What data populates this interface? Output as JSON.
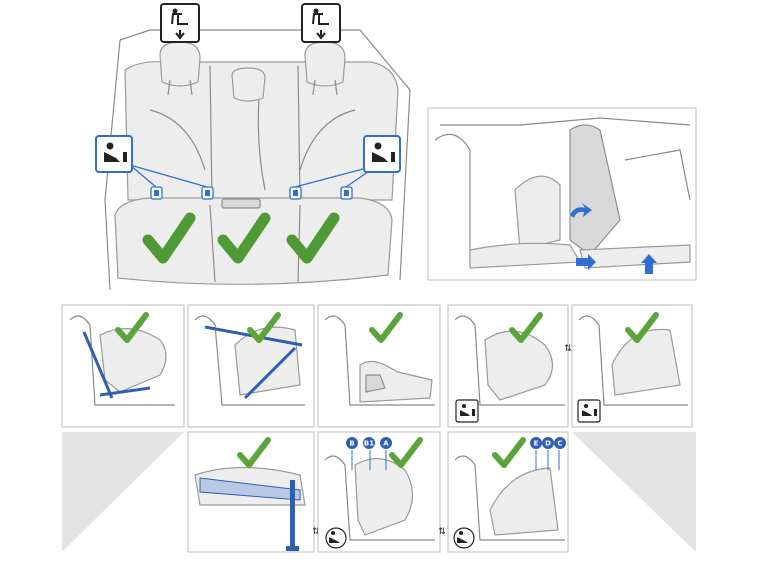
{
  "labels": {
    "tether_b": "B",
    "tether_b1": "B1",
    "tether_a": "A",
    "tether_e": "E",
    "tether_d": "D",
    "tether_c": "C",
    "updown_glyph": "⇅"
  },
  "colors": {
    "check_green": "#4f9a35",
    "belt_blue": "#2f5fb3",
    "anchor_blue": "#2f6fd0"
  },
  "icons": [
    "top-tether-icon",
    "isofix-child-seat-icon",
    "check-icon",
    "arrow-down-icon",
    "arrow-up-icon",
    "support-leg-icon"
  ]
}
